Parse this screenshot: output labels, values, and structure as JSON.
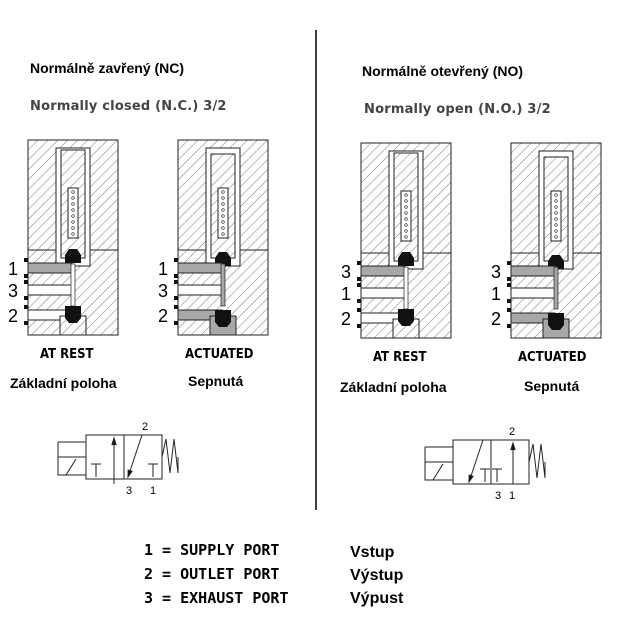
{
  "nc": {
    "title": "Normálně zavřený  (NC)",
    "subtitle": "Normally closed (N.C.) 3/2",
    "rest_label": "AT REST",
    "actuated_label": "ACTUATED",
    "rest_cz": "Základní poloha",
    "actuated_cz": "Sepnutá",
    "ports": [
      "1",
      "3",
      "2"
    ],
    "symbol_ports": {
      "top": "2",
      "left": "3",
      "right": "1"
    }
  },
  "no": {
    "title": "Normálně otevřený (NO)",
    "subtitle": "Normally open (N.O.) 3/2",
    "rest_label": "AT REST",
    "actuated_label": "ACTUATED",
    "rest_cz": "Základní poloha",
    "actuated_cz": "Sepnutá",
    "ports": [
      "3",
      "1",
      "2"
    ],
    "symbol_ports": {
      "top": "2",
      "left": "3",
      "right": "1"
    }
  },
  "legend": [
    {
      "text": "1 = SUPPLY PORT",
      "cz": "Vstup"
    },
    {
      "text": "2 = OUTLET PORT",
      "cz": "Výstup"
    },
    {
      "text": "3 = EXHAUST PORT",
      "cz": "Výpust"
    }
  ],
  "colors": {
    "fluid": "#a8a8a8",
    "seal": "#111111",
    "line": "#222222"
  }
}
